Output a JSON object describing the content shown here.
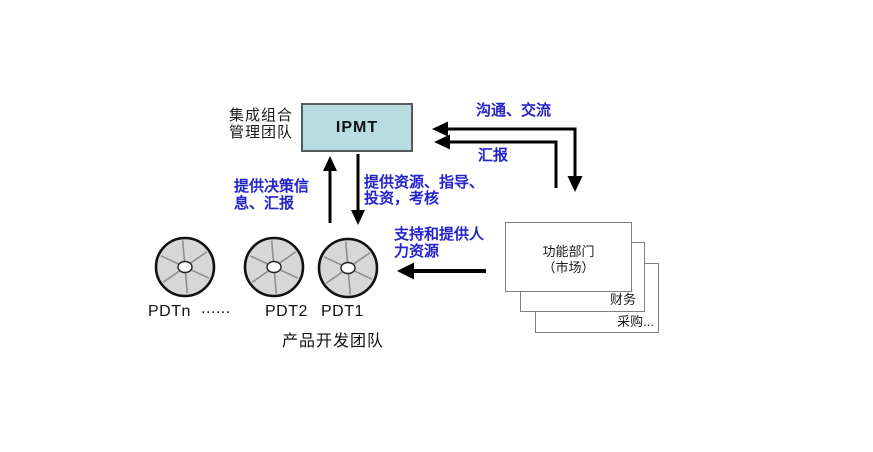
{
  "colors": {
    "blue_text": "#2424cc",
    "ipmt_box_fill": "#b7dde2",
    "ipmt_box_border": "#55595c",
    "wheel_fill": "#d7d7d7",
    "wheel_spoke": "#8f8f8f",
    "dept_box_border": "#7f7f7f",
    "arrow": "#000000"
  },
  "ipmt": {
    "left_label": [
      "集成组合",
      "管理团队"
    ],
    "box_label": "IPMT"
  },
  "relations": {
    "communicate": "沟通、交流",
    "report": "汇报",
    "decision": [
      "提供决策信",
      "息、汇报"
    ],
    "resources": [
      "提供资源、指导、",
      "投资，考核"
    ],
    "support": [
      "支持和提供人",
      "力资源"
    ]
  },
  "pdt": {
    "icon": "segmented-wheel",
    "labels": [
      "PDTn",
      "......",
      "PDT2",
      "PDT1"
    ],
    "caption": "产品开发团队"
  },
  "departments": {
    "front": [
      "功能部门",
      "（市场）"
    ],
    "middle": "财务",
    "back": "采购..."
  }
}
